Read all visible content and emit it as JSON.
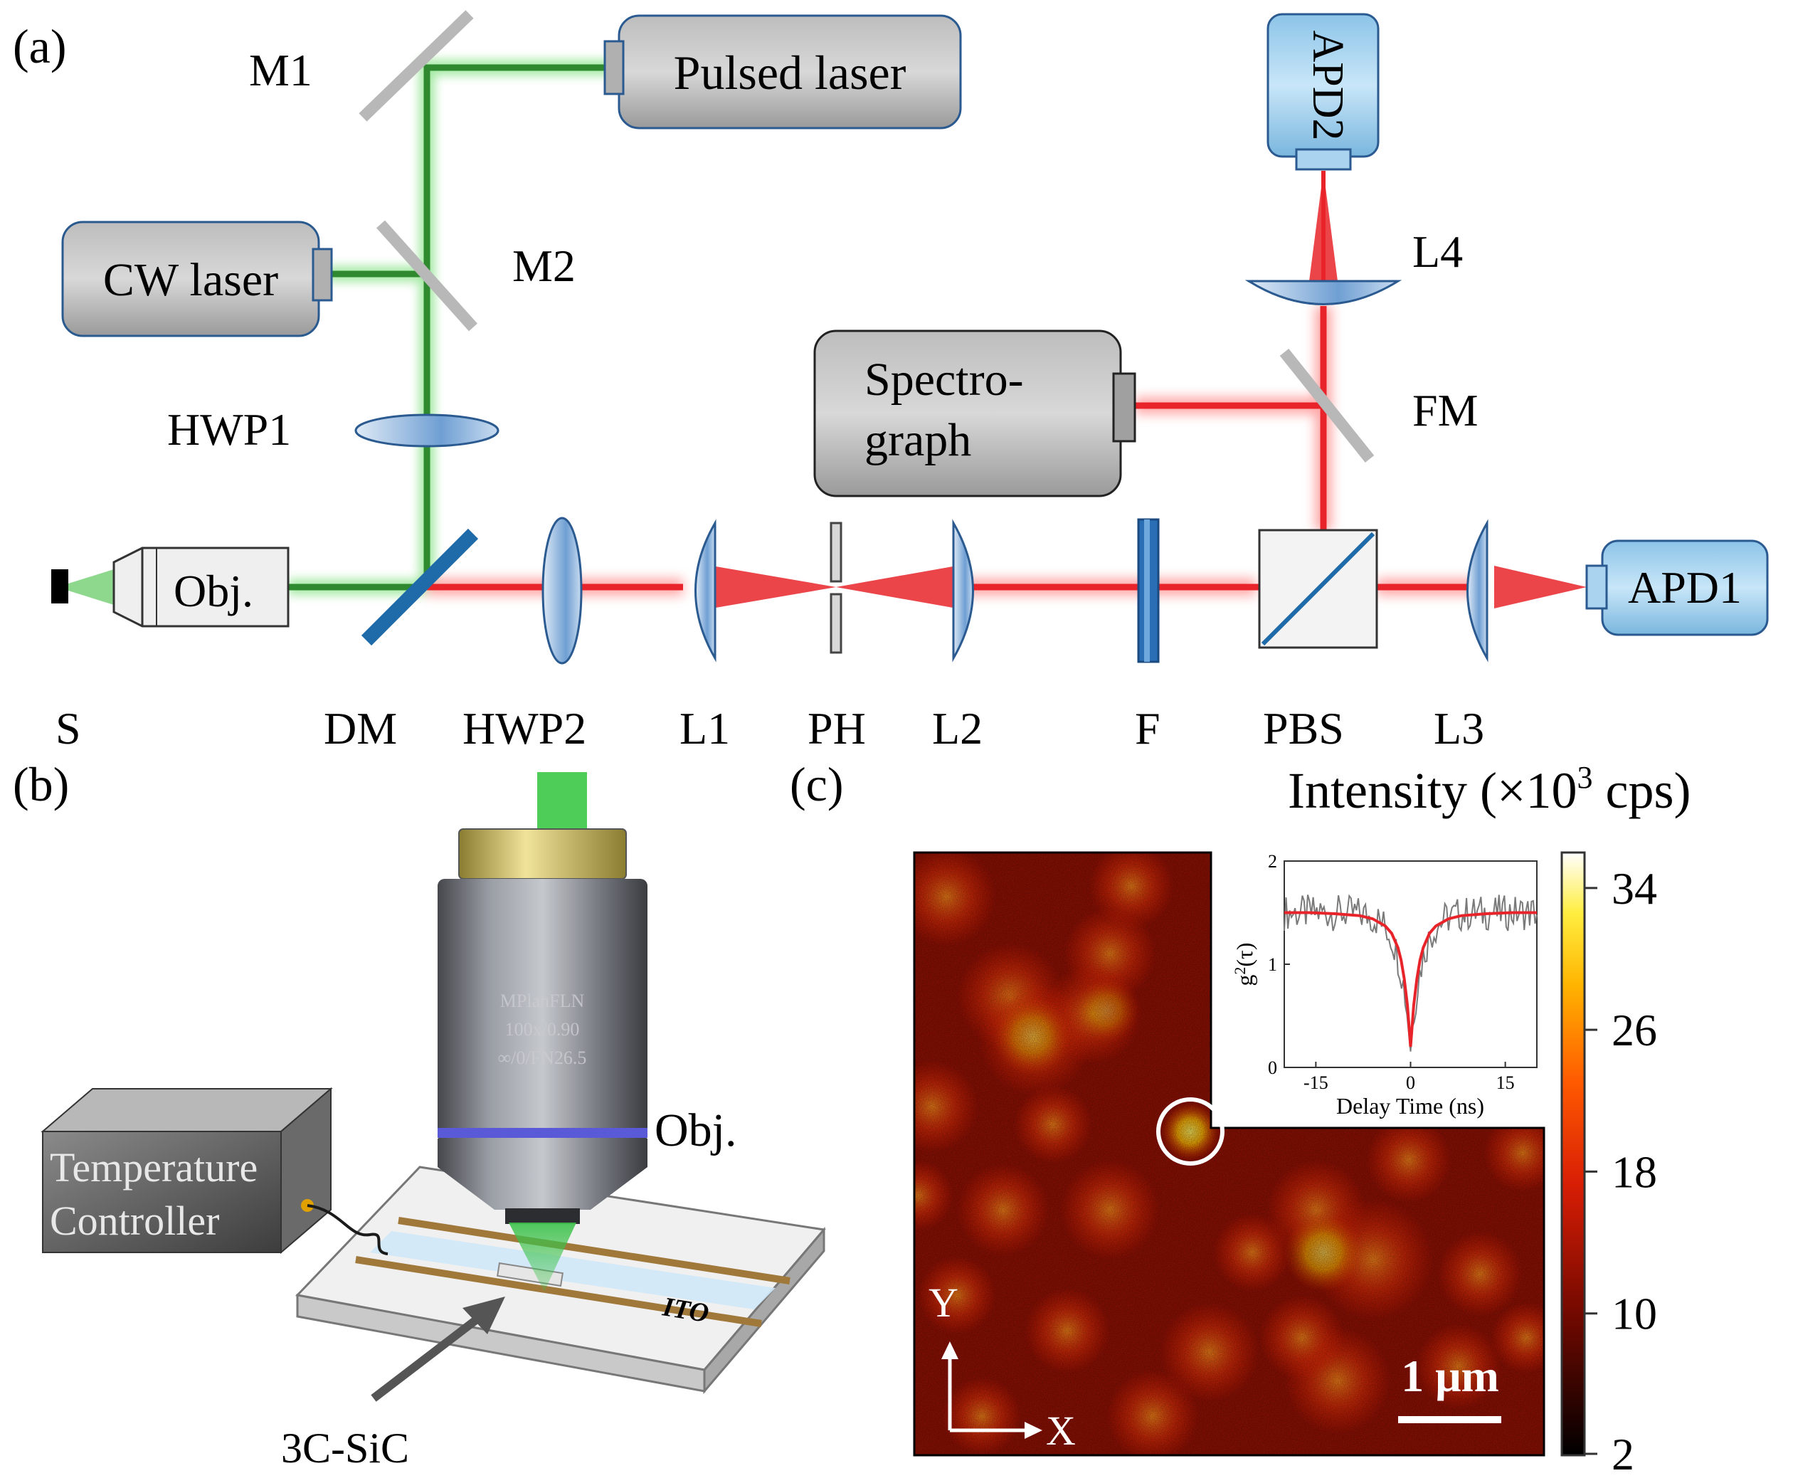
{
  "panel_a": {
    "label": "(a)",
    "components": {
      "pulsed_laser": "Pulsed laser",
      "cw_laser": "CW laser",
      "spectrograph_line1": "Spectro-",
      "spectrograph_line2": "graph",
      "objective": "Obj.",
      "apd1": "APD1",
      "apd2": "APD2"
    },
    "labels": {
      "m1": "M1",
      "m2": "M2",
      "hwp1": "HWP1",
      "l4": "L4",
      "fm": "FM",
      "s": "S",
      "dm": "DM",
      "hwp2": "HWP2",
      "l1": "L1",
      "ph": "PH",
      "l2": "L2",
      "f": "F",
      "pbs": "PBS",
      "l3": "L3"
    },
    "colors": {
      "excitation": "#2f8a2f",
      "emission": "#e8242a",
      "optic": "#4f86c6",
      "device": "#a9a9a9",
      "detector": "#a9d3ee"
    }
  },
  "panel_b": {
    "label": "(b)",
    "temperature_controller_line1": "Temperature",
    "temperature_controller_line2": "Controller",
    "objective_label": "Obj.",
    "objective_text": [
      "MPlanFLN",
      "100x/0.90",
      "∞/0/FN26.5"
    ],
    "substrate_label": "ITO",
    "sample_label": "3C-SiC"
  },
  "panel_c": {
    "label": "(c)",
    "colorbar_title": "Intensity (×10",
    "colorbar_title_exp": "3",
    "colorbar_title_tail": " cps)",
    "colorbar_ticks": [
      "34",
      "26",
      "18",
      "10",
      "2"
    ],
    "axis_y": "Y",
    "axis_x": "X",
    "scale_bar": "1 μm",
    "inset": {
      "xlabel": "Delay Time (ns)",
      "ylabel_main": "g",
      "ylabel_exp": "2",
      "ylabel_tail": "(τ)",
      "xticks": [
        "-15",
        "0",
        "15"
      ],
      "yticks": [
        "0",
        "1",
        "2"
      ]
    }
  },
  "chart_data": {
    "type": "line",
    "xlabel": "Delay Time (ns)",
    "ylabel": "g2(τ)",
    "xlim": [
      -20,
      20
    ],
    "ylim": [
      0,
      2
    ],
    "series": [
      {
        "x": [
          -20,
          -16,
          -12,
          -8,
          -6,
          -4,
          -3,
          -2,
          -1.5,
          -1,
          -0.5,
          0,
          0.5,
          1,
          1.5,
          2,
          3,
          4,
          6,
          8,
          12,
          16,
          20
        ],
        "y": [
          1.5,
          1.5,
          1.49,
          1.47,
          1.44,
          1.37,
          1.3,
          1.16,
          1.04,
          0.86,
          0.6,
          0.2,
          0.6,
          0.86,
          1.04,
          1.16,
          1.3,
          1.37,
          1.44,
          1.47,
          1.49,
          1.5,
          1.5
        ]
      }
    ]
  }
}
